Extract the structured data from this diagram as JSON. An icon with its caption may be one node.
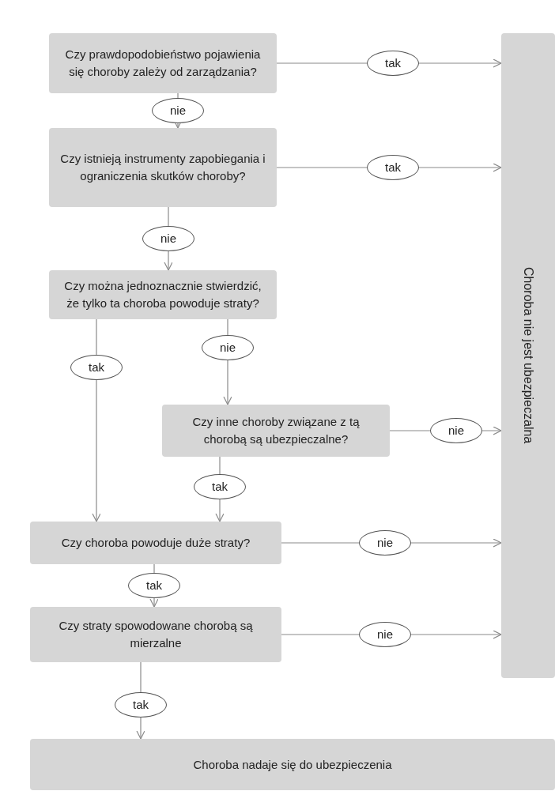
{
  "diagram": {
    "nodes": [
      {
        "text": [
          "Czy prawdopodobieństwo pojawienia się choroby zależy od zarządzania?"
        ]
      },
      {
        "text": [
          "Czy istnieją instrumenty zapobiegania i ograniczenia skutków choroby?"
        ]
      },
      {
        "text": [
          "Czy można jednoznacznie stwierdzić, że tylko ta choroba powoduje straty?"
        ]
      },
      {
        "text": [
          "Czy inne choroby związane z tą chorobą są ubezpieczalne?"
        ]
      },
      {
        "text": [
          "Czy choroba powoduje duże straty?"
        ]
      },
      {
        "text": [
          "Czy straty spowodowane chorobą są mierzalne"
        ]
      },
      {
        "text": [
          "Choroba nadaje się do ubezpieczenia"
        ]
      },
      {
        "text": [
          "Choroba nie jest ubezpieczalna"
        ]
      }
    ],
    "edges": [
      {
        "from": 0,
        "to": 7,
        "arrow": "to",
        "label": "tak"
      },
      {
        "from": 0,
        "to": 1,
        "arrow": "to",
        "label": "nie"
      },
      {
        "from": 1,
        "to": 7,
        "arrow": "to",
        "label": "tak"
      },
      {
        "from": 1,
        "to": 2,
        "arrow": "to",
        "label": "nie"
      },
      {
        "from": 2,
        "to": 4,
        "arrow": "to",
        "label": "tak"
      },
      {
        "from": 2,
        "to": 3,
        "arrow": "to",
        "label": "nie"
      },
      {
        "from": 3,
        "to": 7,
        "arrow": "to",
        "label": "nie"
      },
      {
        "from": 3,
        "to": 4,
        "arrow": "to",
        "label": "tak"
      },
      {
        "from": 4,
        "to": 7,
        "arrow": "to",
        "label": "nie"
      },
      {
        "from": 4,
        "to": 5,
        "arrow": "to",
        "label": "tak"
      },
      {
        "from": 5,
        "to": 7,
        "arrow": "to",
        "label": "nie"
      },
      {
        "from": 5,
        "to": 6,
        "arrow": "to",
        "label": "tak"
      }
    ]
  }
}
